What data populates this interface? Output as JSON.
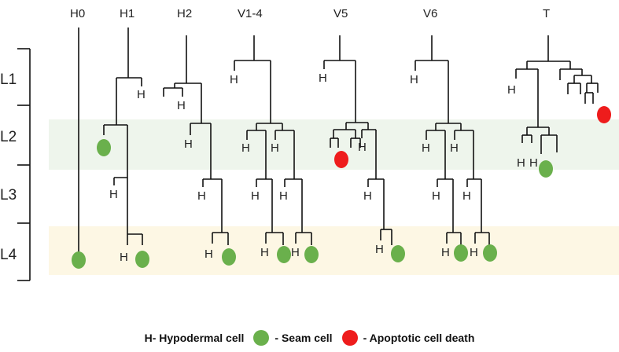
{
  "lineages": [
    "H0",
    "H1",
    "H2",
    "V1-4",
    "V5",
    "V6",
    "T"
  ],
  "stages": [
    "L1",
    "L2",
    "L3",
    "L4"
  ],
  "cell_mark": "H",
  "legend": {
    "hypodermal": "H- Hypodermal cell",
    "seam": "- Seam cell",
    "death": "- Apoptotic cell death"
  },
  "colors": {
    "seam": "#6ab04c",
    "death": "#ee1c1c",
    "band_l2": "#eef5ec",
    "band_l4": "#fdf7e4",
    "line": "#111111"
  }
}
